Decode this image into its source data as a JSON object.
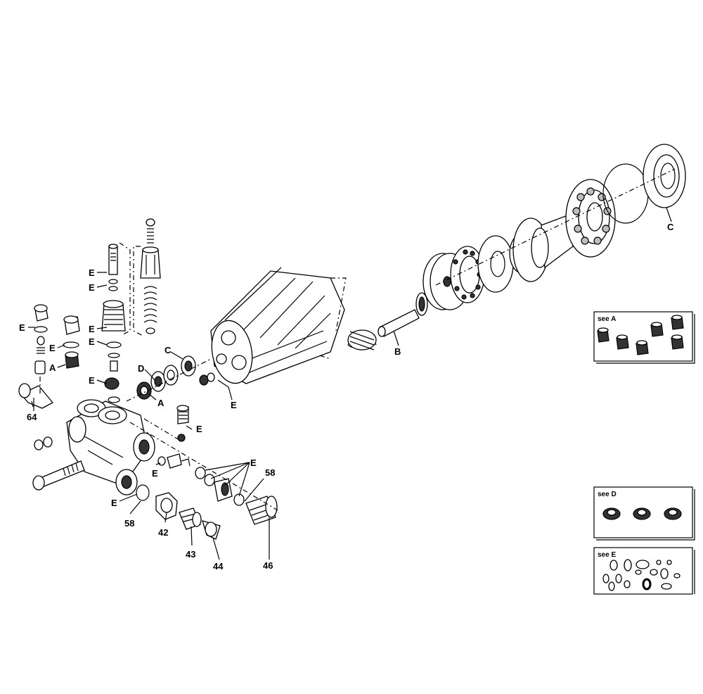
{
  "callouts": {
    "e_valve_top_1": "E",
    "e_valve_top_2": "E",
    "e_left_oring": "E",
    "e_left_plug": "E",
    "a_left_plug": "A",
    "e_valve_mid_1": "E",
    "e_valve_mid_2": "E",
    "e_valve_mid_3": "E",
    "d_seal": "D",
    "c_seal": "C",
    "a_center": "A",
    "e_plunger": "E",
    "e_relief": "E",
    "e_center_small": "E",
    "e_bottom_group": "E",
    "e_bottom_left": "E",
    "b_plunger": "B",
    "c_bearing": "C",
    "p64": "64",
    "p58_left": "58",
    "p42": "42",
    "p43": "43",
    "p44": "44",
    "p46": "46",
    "p58_right": "58"
  },
  "insets": {
    "a_title": "see A",
    "d_title": "see D",
    "e_title": "see E"
  }
}
